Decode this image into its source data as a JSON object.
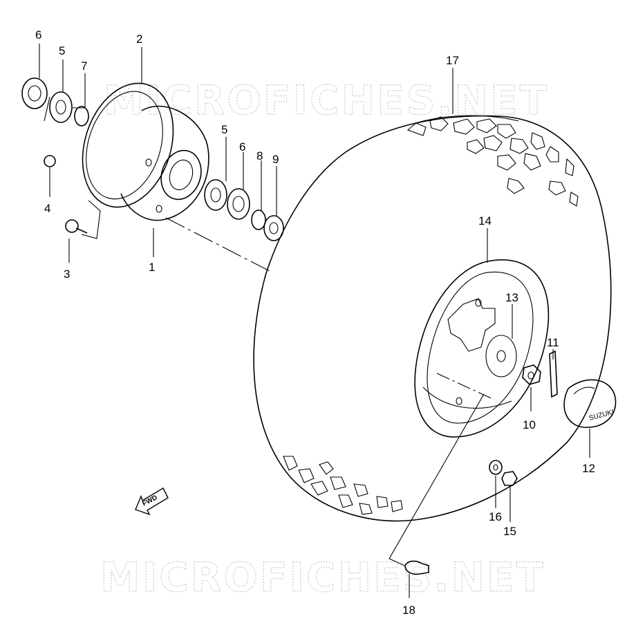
{
  "watermark": {
    "text": "MICROFICHES.NET"
  },
  "fwd_arrow": {
    "label": "FWD"
  },
  "tire_brand": {
    "text": "SUZUKI"
  },
  "callouts": [
    "1",
    "2",
    "3",
    "4",
    "5",
    "5",
    "6",
    "6",
    "7",
    "8",
    "9",
    "10",
    "11",
    "12",
    "13",
    "14",
    "15",
    "16",
    "17",
    "18"
  ]
}
